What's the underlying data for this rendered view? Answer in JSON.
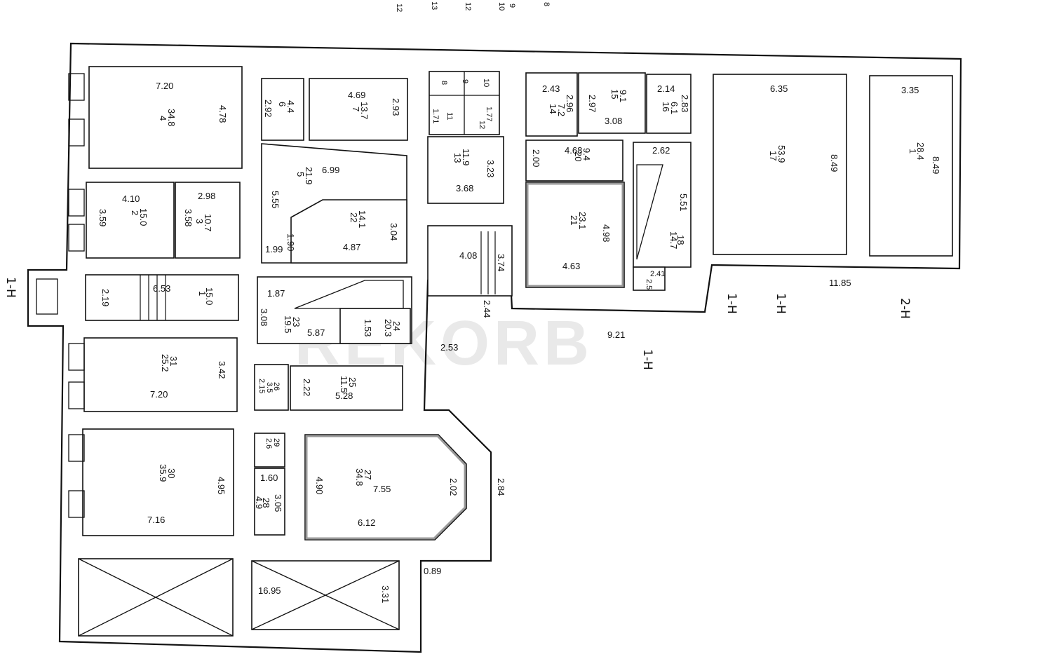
{
  "watermark": "REKORB",
  "top_marks": [
    "12",
    "13",
    "12",
    "10",
    "9",
    "8"
  ],
  "axes": {
    "left": "1-H",
    "mid_a": "1-H",
    "mid_b": "1-H",
    "mid_c": "1-H",
    "right": "2-H"
  },
  "rooms": {
    "r4": {
      "num": "4",
      "area": "34.8",
      "w": "7.20",
      "h": "4.78"
    },
    "r6": {
      "num": "6",
      "area": "4.4",
      "h": "2.92"
    },
    "r7": {
      "num": "7",
      "area": "13.7",
      "w": "4.69",
      "h": "2.93"
    },
    "r8": {
      "num": "8"
    },
    "r9": {
      "num": "9"
    },
    "r10": {
      "num": "10"
    },
    "r11": {
      "num": "11",
      "a": "1.71"
    },
    "r12": {
      "num": "12",
      "a": "1.77"
    },
    "r13": {
      "num": "13",
      "area": "11.9",
      "w": "3.68",
      "h": "3.23"
    },
    "r14": {
      "num": "14",
      "area": "7.2",
      "w": "2.43",
      "h": "2.96"
    },
    "r15": {
      "num": "15",
      "area": "9.1",
      "w": "3.08",
      "h": "2.97"
    },
    "r16": {
      "num": "16",
      "area": "6.1",
      "w": "2.14",
      "h": "2.83"
    },
    "r17": {
      "num": "17",
      "area": "53.9",
      "w": "6.35",
      "h": "8.49"
    },
    "r1b": {
      "num": "1",
      "area": "28.4",
      "w": "3.35",
      "h": "8.49"
    },
    "r2": {
      "num": "2",
      "area": "15.0",
      "w": "4.10",
      "h": "3.59"
    },
    "r3": {
      "num": "3",
      "area": "10.7",
      "w": "2.98",
      "h": "3.58"
    },
    "r5": {
      "num": "5",
      "area": "21.9",
      "w": "6.99",
      "h": "5.55"
    },
    "r20": {
      "num": "20",
      "area": "9.4",
      "w": "4.68",
      "h": "2.00"
    },
    "r19": {
      "w": "2.62"
    },
    "r21": {
      "num": "21",
      "area": "23.1",
      "w": "4.63",
      "h": "4.98"
    },
    "r18": {
      "num": "18",
      "area": "14.7",
      "h": "5.51"
    },
    "r22": {
      "num": "22",
      "area": "14.1",
      "w": "4.87",
      "h": "3.04",
      "d": "1.90"
    },
    "stair_a": {
      "h": "4.08",
      "w": "3.74"
    },
    "r1a": {
      "num": "1",
      "area": "15.0",
      "w": "2.19",
      "s": "6.53"
    },
    "r23": {
      "num": "23",
      "area": "19.5",
      "w": "1.87",
      "h": "3.08",
      "d": "1.99",
      "e": "5.87"
    },
    "r24": {
      "num": "24",
      "area": "20.3",
      "w": "1.53"
    },
    "r19b": {
      "w": "2.41",
      "h": "2.5"
    },
    "r31": {
      "num": "31",
      "area": "25.2",
      "w": "7.20",
      "h": "3.42"
    },
    "r26": {
      "num": "26",
      "area": "3.5",
      "h": "2.15"
    },
    "r25": {
      "num": "25",
      "area": "11.5",
      "w": "5.28",
      "h": "2.22"
    },
    "r30": {
      "num": "30",
      "area": "35.9",
      "w": "7.16",
      "h": "4.95"
    },
    "r29": {
      "num": "29",
      "area": "2.6"
    },
    "r28": {
      "num": "28",
      "area": "4.9",
      "w": "1.60",
      "h": "3.06"
    },
    "r27": {
      "num": "27",
      "area": "34.8",
      "w": "7.55",
      "b": "6.12",
      "h": "4.90",
      "s": "2.02",
      "o": "2.84"
    },
    "terrace": {
      "w": "16.95",
      "h": "3.31"
    },
    "misc": {
      "a": "2.53",
      "b": "9.21",
      "c": "11.85",
      "d": "2.44",
      "e": "0.89"
    }
  }
}
